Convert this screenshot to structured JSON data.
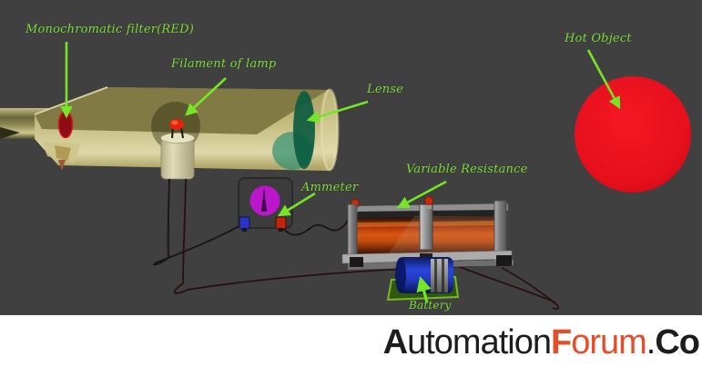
{
  "diagram": {
    "background": "#404040",
    "label_color": "#80df3d",
    "arrow_color": "#76e527",
    "labels": {
      "monochromatic_filter": "Monochromatic filter(RED)",
      "filament_of_lamp": "Filament of lamp",
      "lense": "Lense",
      "hot_object": "Hot Object",
      "ammeter": "Ammeter",
      "variable_resistance": "Variable Resistance",
      "battery": "Battery"
    },
    "component_colors": {
      "hot_object_red": "#e8131f",
      "filter_red": "#8e0c13",
      "ammeter_dial_magenta": "#bb16cc",
      "resistor_copper": "#c9480c",
      "battery_blue": "#2038c8",
      "tube_khaki": "#c9c18b"
    }
  },
  "watermark": {
    "a": "A",
    "utomation": "utomation",
    "f": "F",
    "orum": "orum",
    "dot": ".",
    "co": "Co",
    "black_color": "#1d1d1d",
    "orange_color": "#e84d28"
  }
}
